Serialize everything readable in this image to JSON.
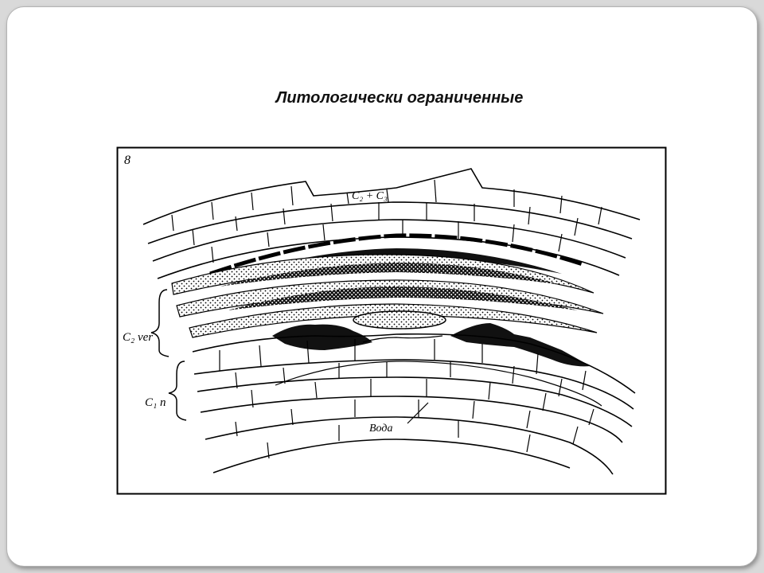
{
  "slide": {
    "title": "Литологически ограниченные"
  },
  "diagram": {
    "figure_number": "8",
    "labels": {
      "top_layer": "C₂ + C₃",
      "upper_bracket": "C₂ ver",
      "lower_bracket": "C₁ n",
      "water": "Вода"
    }
  }
}
